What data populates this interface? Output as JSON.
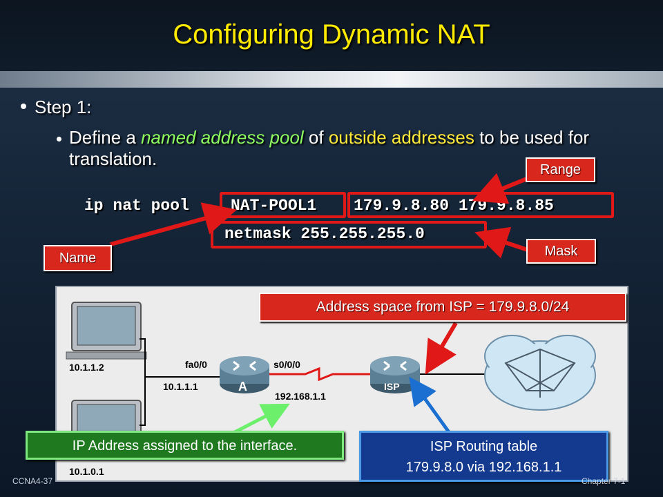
{
  "slide": {
    "title": "Configuring Dynamic NAT",
    "bullet1": "Step 1:",
    "bullet2": {
      "part1": "Define a ",
      "named_pool": "named address pool",
      "part2": " of ",
      "outside": "outside addresses",
      "part3": " to be used for translation."
    }
  },
  "command": {
    "prefix": "ip nat pool",
    "name": "NAT-POOL1",
    "range": "179.9.8.80 179.9.8.85",
    "netmask": "netmask 255.255.255.0"
  },
  "callouts": {
    "range": "Range",
    "name": "Name",
    "mask": "Mask",
    "address_space": "Address space from ISP = 179.9.8.0/24",
    "ip_assigned": "IP Address assigned to the interface.",
    "isp_table_line1": "ISP Routing table",
    "isp_table_line2": "179.9.8.0 via 192.168.1.1"
  },
  "diagram": {
    "host1_ip": "10.1.1.2",
    "host2_ip": "10.1.0.1",
    "router_a_label": "A",
    "router_isp_label": "ISP",
    "fa_label": "fa0/0",
    "fa_ip": "10.1.1.1",
    "s_label": "s0/0/0",
    "s_ip": "192.168.1.1"
  },
  "footer": {
    "left": "CCNA4-37",
    "right": "Chapter 7-1"
  }
}
